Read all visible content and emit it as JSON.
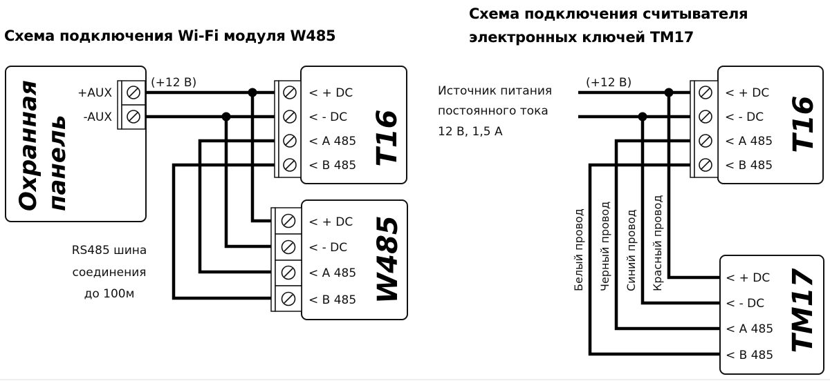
{
  "left_diagram": {
    "title": "Схема подключения Wi-Fi модуля W485",
    "panel": {
      "name_line1": "Охранная",
      "name_line2": "панель",
      "terminals": [
        "+AUX",
        "-AUX"
      ]
    },
    "voltage_label": "(+12 В)",
    "bus_note": [
      "RS485 шина",
      "соединения",
      "до 100м"
    ],
    "device_t16": {
      "name": "T16",
      "pins": [
        "< + DC",
        "< - DC",
        "< A 485",
        "< B 485"
      ]
    },
    "device_w485": {
      "name": "W485",
      "pins": [
        "< + DC",
        "< - DC",
        "< A 485",
        "< B 485"
      ]
    }
  },
  "right_diagram": {
    "title_line1": "Схема подключения считывателя",
    "title_line2": "электронных ключей TM17",
    "power_source": [
      "Источник питания",
      "постоянного тока",
      "12 В, 1,5 А"
    ],
    "voltage_label": "(+12 В)",
    "device_t16": {
      "name": "T16",
      "pins": [
        "< + DC",
        "< - DC",
        "< A 485",
        "< B 485"
      ]
    },
    "device_tm17": {
      "name": "TM17",
      "pins": [
        "< + DC",
        "< - DC",
        "< A 485",
        "< B 485"
      ]
    },
    "wire_labels": [
      "Белый провод",
      "Черный провод",
      "Синий провод",
      "Красный провод"
    ]
  }
}
